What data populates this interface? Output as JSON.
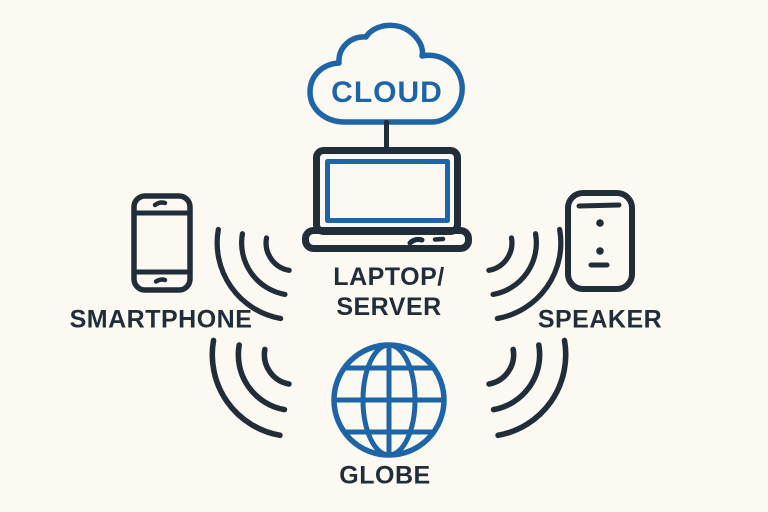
{
  "colors": {
    "background": "#FBF9F2",
    "blue": "#1E65A8",
    "dark": "#212E3A"
  },
  "nodes": {
    "cloud": {
      "label": "CLOUD",
      "icon": "cloud-icon"
    },
    "laptop": {
      "label_line1": "LAPTOP/",
      "label_line2": "SERVER",
      "icon": "laptop-icon"
    },
    "smartphone": {
      "label": "SMARTPHONE",
      "icon": "smartphone-icon"
    },
    "speaker": {
      "label": "SPEAKER",
      "icon": "speaker-icon"
    },
    "globe": {
      "label": "GLOBE",
      "icon": "globe-icon"
    }
  },
  "connections": {
    "cloud_to_laptop": "vertical-line",
    "wireless_signal_groups": [
      "upper-left (laptop to smartphone)",
      "upper-right (laptop to speaker)",
      "lower-left (globe to smartphone side)",
      "lower-right (globe to speaker side)"
    ]
  }
}
